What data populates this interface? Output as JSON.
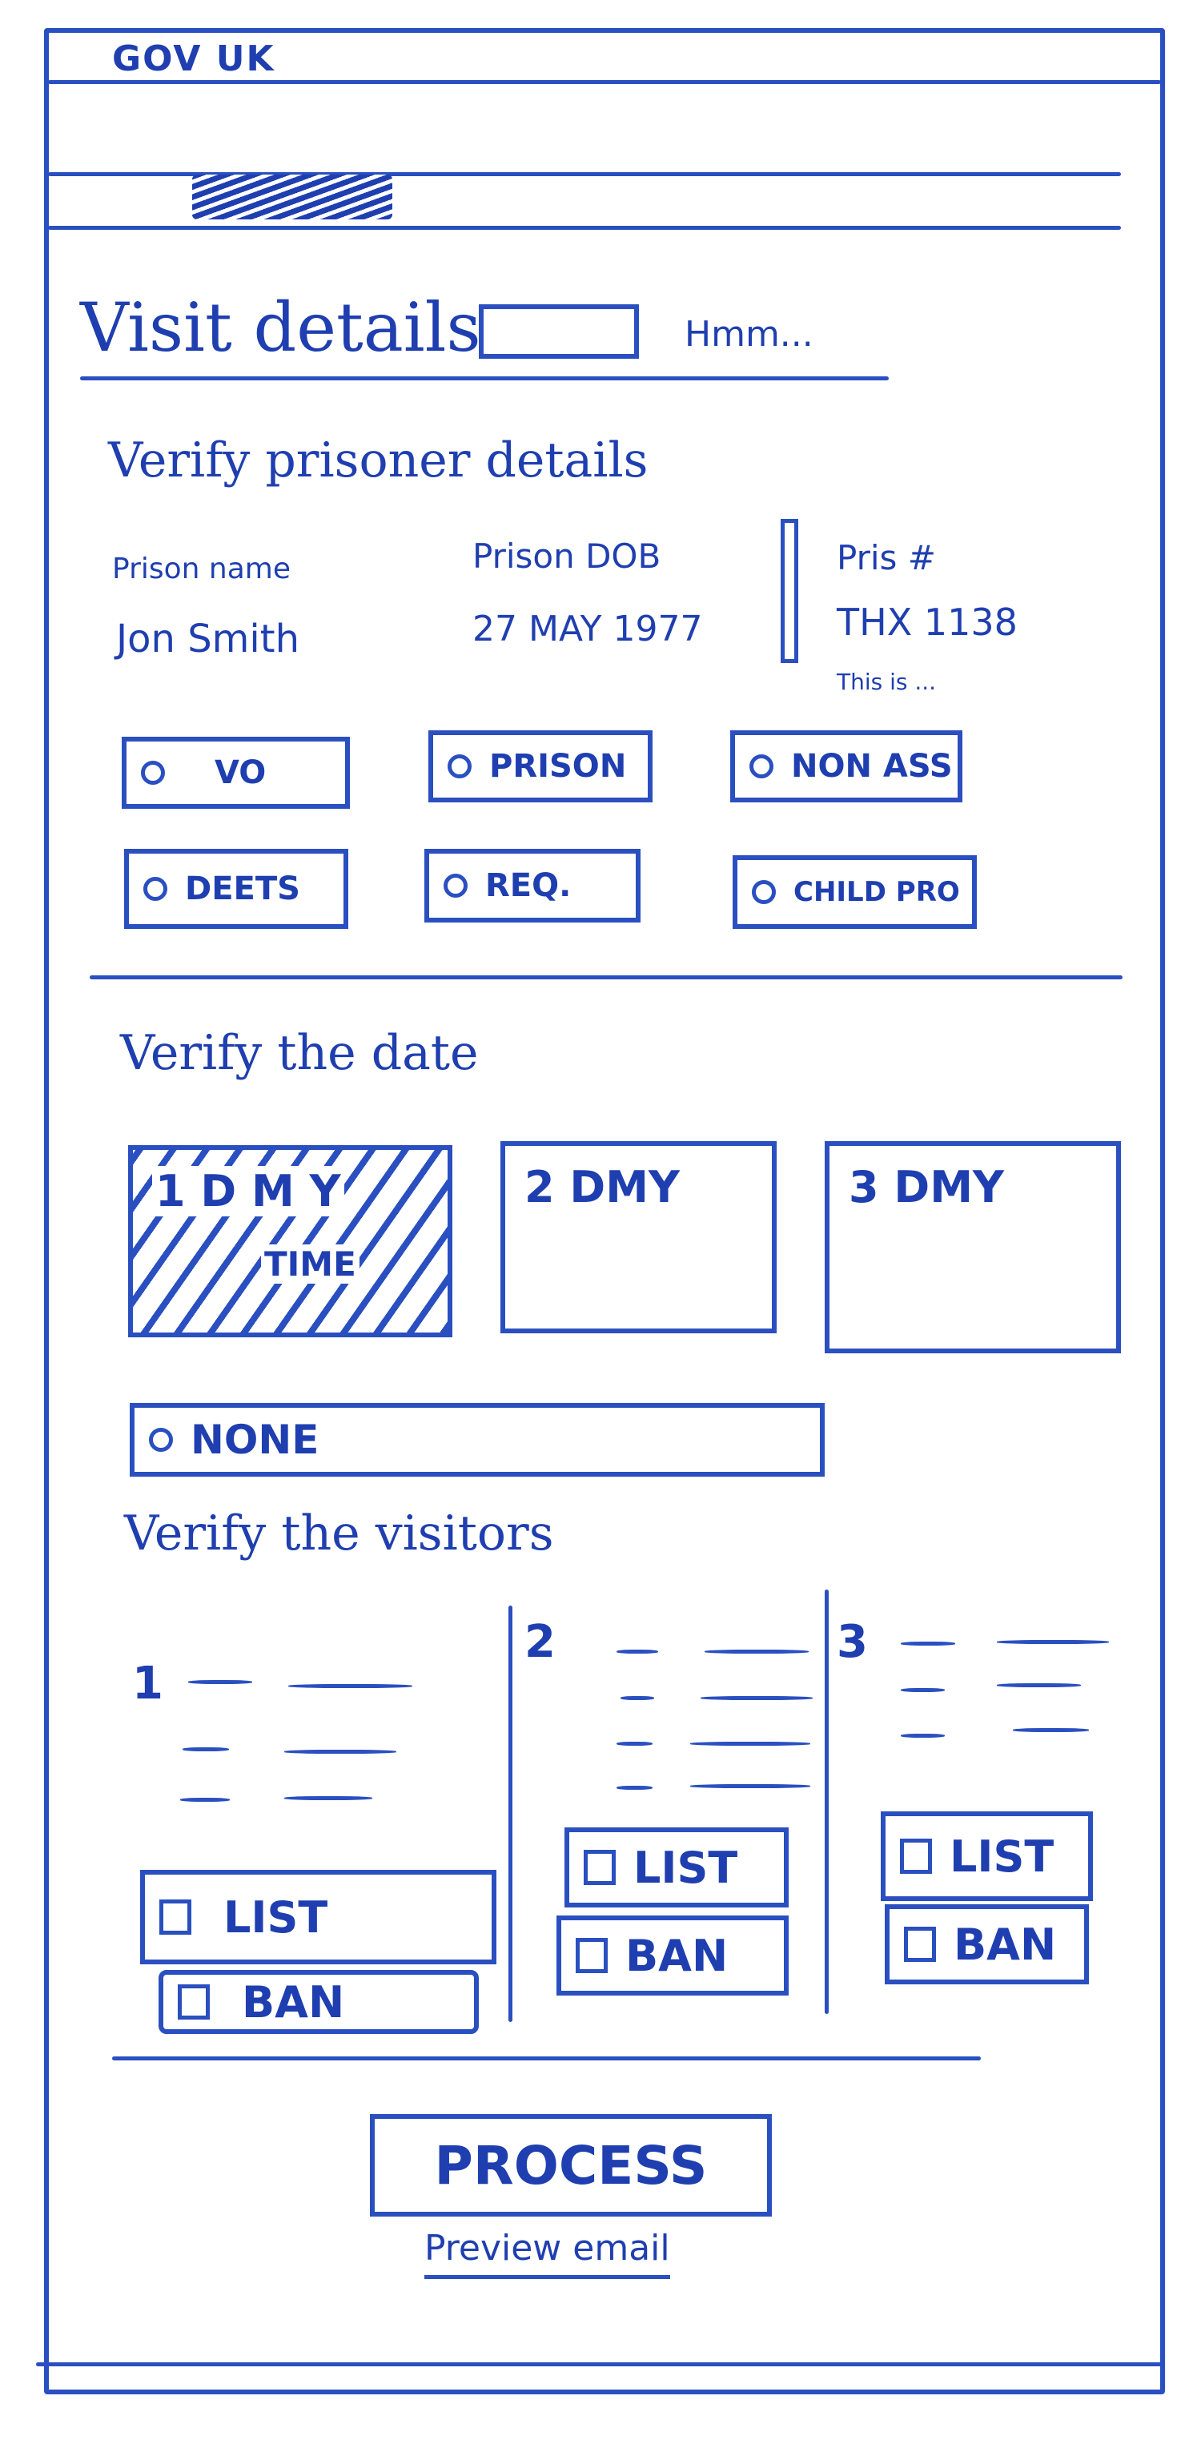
{
  "header": {
    "brand": "GOV UK"
  },
  "page": {
    "title": "Visit details",
    "title_note": "Hmm..."
  },
  "prisoner_section": {
    "heading": "Verify prisoner details",
    "name_label": "Prison name",
    "name_value": "Jon Smith",
    "dob_label": "Prison DOB",
    "dob_value": "27 MAY 1977",
    "number_label": "Pris #",
    "number_value": "THX 1138",
    "number_note": "This is ..."
  },
  "prisoner_options": [
    {
      "label": "VO"
    },
    {
      "label": "PRISON"
    },
    {
      "label": "NON ASS"
    },
    {
      "label": "DEETS"
    },
    {
      "label": "REQ."
    },
    {
      "label": "CHILD PRO"
    }
  ],
  "date_section": {
    "heading": "Verify the date",
    "slots": [
      {
        "text": "1 D M Y",
        "time": "TIME",
        "selected": true
      },
      {
        "text": "2 DMY",
        "time": "",
        "selected": false
      },
      {
        "text": "3 DMY",
        "time": "",
        "selected": false
      }
    ],
    "none_option": "NONE"
  },
  "visitors_section": {
    "heading": "Verify the visitors",
    "visitors": [
      {
        "number": "1",
        "list_label": "LIST",
        "ban_label": "BAN"
      },
      {
        "number": "2",
        "list_label": "LIST",
        "ban_label": "BAN"
      },
      {
        "number": "3",
        "list_label": "LIST",
        "ban_label": "BAN"
      }
    ]
  },
  "actions": {
    "process_label": "PROCESS",
    "preview_label": "Preview email"
  }
}
